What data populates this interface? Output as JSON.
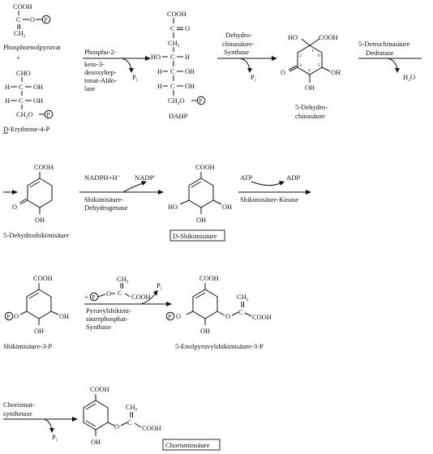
{
  "row1": {
    "pep": {
      "name": "Phosphoenolpyruvat",
      "cooh": "COOH",
      "c": "C",
      "o": "O",
      "p": "P",
      "ch2": "CH",
      "sub2": "2"
    },
    "plus": "+",
    "e4p": {
      "name": "D-Erythrose-4-P",
      "cho": "CHO",
      "h": "H",
      "c": "C",
      "oh": "OH",
      "ch2o": "CH",
      "sub2": "2",
      "o": "O",
      "p": "P"
    },
    "enzyme1": [
      "Phospho-2-",
      "keto-3-",
      "desoxyhep-",
      "tonat-Aldo-",
      "lase"
    ],
    "pi1": "P",
    "pi1_sub": "i",
    "dahp": {
      "name": "DAHP",
      "cooh": "COOH",
      "c": "C",
      "o": "O",
      "ch2": "CH",
      "sub2": "2",
      "ho": "HO",
      "h": "H",
      "oh": "OH",
      "p": "P"
    },
    "enzyme2": [
      "Dehydro-",
      "chinasäure-",
      "Synthase"
    ],
    "pi2": "P",
    "pi2_sub": "i",
    "dhq": {
      "name": [
        "5-Dehydro-",
        "chinasäure"
      ],
      "ho": "HO",
      "cooh": "COOH",
      "o": "O",
      "oh": "OH",
      "ring_nums": [
        "1",
        "2",
        "3",
        "4",
        "5",
        "6"
      ]
    },
    "enzyme3": [
      "5-Detrochinasäure",
      "Dedratase"
    ],
    "h2o": "H",
    "h2o_sub": "2",
    "h2o_o": "O"
  },
  "row2": {
    "dhs": {
      "name": "5-Dehydroshikimisäure",
      "cooh": "COOH",
      "o": "O",
      "oh": "OH"
    },
    "nadph": "NADPH+H",
    "nadph_sup": "+",
    "nadp": "NADP",
    "nadp_sup": "+",
    "enzyme4": [
      "Shikimisäure-",
      "Dehydrogenase"
    ],
    "shik": {
      "name": "D-Shikimisäure",
      "cooh": "COOH",
      "ho": "HO",
      "oh": "OH"
    },
    "atp": "ATP",
    "adp": "ADP",
    "enzyme5": [
      "Shikimisäure-Kinase"
    ]
  },
  "row3": {
    "s3p": {
      "name": "Shikimisäure-3-P",
      "cooh": "COOH",
      "p": "P",
      "o": "O",
      "oh": "OH"
    },
    "pep_small": {
      "ch2": "CH",
      "sub2": "2",
      "c": "C",
      "o": "O",
      "cooh": "COOH",
      "plus": "+",
      "p": "P"
    },
    "pi3": "P",
    "pi3_sub": "i",
    "enzyme6": [
      "Pyruvylshikimi-",
      "säurephosphat-",
      "Synthase"
    ],
    "epsp": {
      "name": "5-Enolpyruvylshikimisäure-3-P",
      "cooh": "COOH",
      "p": "P",
      "o": "O",
      "oh": "OH",
      "ch2": "CH",
      "sub2": "2",
      "cooh2": "COOH"
    }
  },
  "row4": {
    "enzyme7": [
      "Chorismat-",
      "synthetase"
    ],
    "pi4": "P",
    "pi4_sub": "i",
    "chor": {
      "name": "Chorisminsäure",
      "cooh": "COOH",
      "oh": "OH",
      "o": "O",
      "ch2": "CH",
      "sub2": "2",
      "cooh2": "COOH"
    }
  }
}
